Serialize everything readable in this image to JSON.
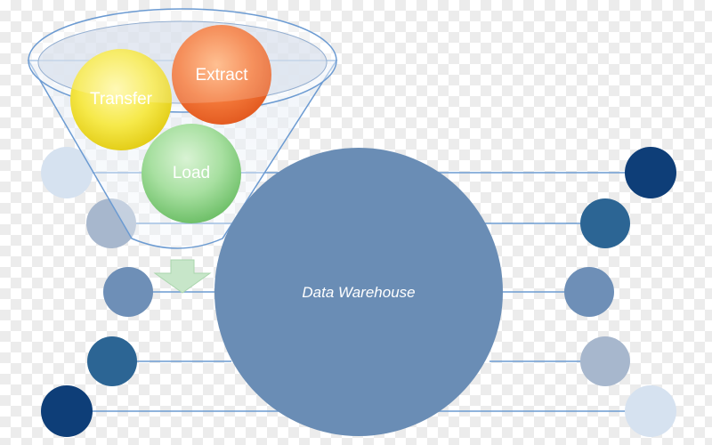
{
  "diagram": {
    "etl_steps": [
      {
        "label": "Transfer",
        "color": "#f2e22c"
      },
      {
        "label": "Extract",
        "color": "#f06a2a"
      },
      {
        "label": "Load",
        "color": "#8fd38a"
      }
    ],
    "hub": {
      "label": "Data Warehouse",
      "color": "#6a8db5"
    },
    "colors": {
      "navy": "#0e3e78",
      "blue": "#2c6594",
      "steel": "#6e8fb7",
      "grey_blue": "#a7b7cd",
      "pale": "#d6e2f0",
      "line": "#6c9bd2",
      "funnel": "#dfe8f4",
      "arrow": "#c7e6c9"
    }
  }
}
